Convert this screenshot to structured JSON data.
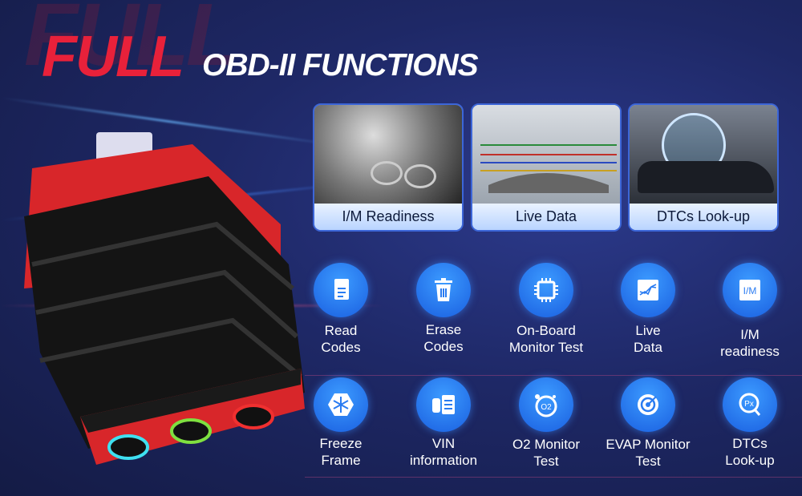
{
  "headline": {
    "highlight": "FULL",
    "rest": "OBD-II FUNCTIONS"
  },
  "feature_cards": [
    {
      "label": "I/M Readiness",
      "image": "exhaust-smoke"
    },
    {
      "label": "Live Data",
      "image": "car-with-graph"
    },
    {
      "label": "DTCs Look-up",
      "image": "car-magnifier"
    }
  ],
  "functions": [
    {
      "label1": "Read",
      "label2": "Codes",
      "icon": "document-icon"
    },
    {
      "label1": "Erase",
      "label2": "Codes",
      "icon": "trash-icon"
    },
    {
      "label1": "On-Board",
      "label2": "Monitor Test",
      "icon": "chip-icon"
    },
    {
      "label1": "Live",
      "label2": "Data",
      "icon": "graph-icon"
    },
    {
      "label1": "I/M",
      "label2": "readiness",
      "icon": "im-icon"
    },
    {
      "label1": "Freeze",
      "label2": "Frame",
      "icon": "snowflake-icon"
    },
    {
      "label1": "VIN",
      "label2": "information",
      "icon": "vin-icon"
    },
    {
      "label1": "O2 Monitor",
      "label2": "Test",
      "icon": "o2-icon"
    },
    {
      "label1": "EVAP Monitor",
      "label2": "Test",
      "icon": "evap-icon"
    },
    {
      "label1": "DTCs",
      "label2": "Look-up",
      "icon": "dtc-search-icon"
    }
  ],
  "colors": {
    "accent_red": "#e8213a",
    "icon_blue": "#2a7cf2",
    "background": "#1e2866"
  }
}
